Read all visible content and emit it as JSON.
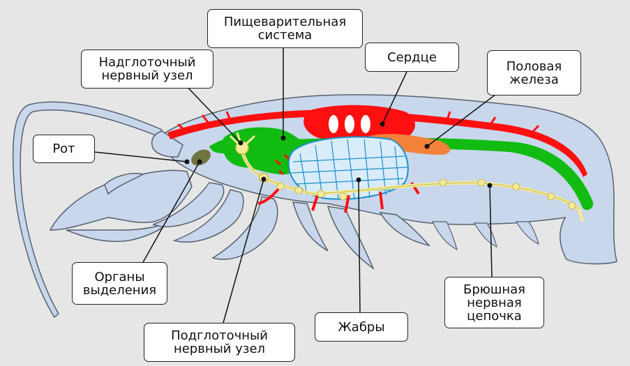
{
  "labels": {
    "digestive": [
      "Пищеварительная",
      "система"
    ],
    "supra": [
      "Надглоточный",
      "нервный узел"
    ],
    "heart": [
      "Сердце"
    ],
    "gonad": [
      "Половая",
      "железа"
    ],
    "mouth": [
      "Рот"
    ],
    "excretory": [
      "Органы",
      "выделения"
    ],
    "sub": [
      "Подглоточный",
      "нервный узел"
    ],
    "gills": [
      "Жабры"
    ],
    "ventral": [
      "Брюшная",
      "нервная",
      "цепочка"
    ]
  },
  "colors": {
    "background": "#e6e6e6",
    "body": "#c9d7ec",
    "outline": "#56606e",
    "circulatory": "#ff1010",
    "digestive": "#11bb11",
    "gills": "#d8ecf9",
    "gill_lines": "#1b8fc8",
    "nerve": "#f4eb9a",
    "gonad": "#f3813a",
    "excretory": "#6f7440"
  }
}
